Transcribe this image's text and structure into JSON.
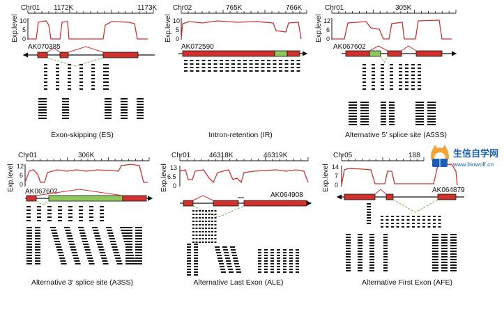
{
  "panels": [
    {
      "id": "es",
      "chromosome": "Chr01",
      "coordinates": [
        "1172K",
        "1173K"
      ],
      "yticks": [
        "10",
        "5",
        "0"
      ],
      "ylabel": "Exp.level",
      "transcript": "AK070385",
      "caption": "Exon-skipping (ES)",
      "strand": "minus"
    },
    {
      "id": "ir",
      "chromosome": "Chr02",
      "coordinates": [
        "765K",
        "766K"
      ],
      "yticks": [
        "10",
        "5",
        "0"
      ],
      "ylabel": "Exp.level",
      "transcript": "AK072590",
      "caption": "Intron-retention (IR)",
      "strand": "plus"
    },
    {
      "id": "a5ss",
      "chromosome": "Chr01",
      "coordinates": [
        "305K"
      ],
      "yticks": [
        "12",
        "6",
        "0"
      ],
      "ylabel": "Exp.level",
      "transcript": "AK067602",
      "caption": "Alternative 5′ splice site (A5SS)",
      "strand": "plus"
    },
    {
      "id": "a3ss",
      "chromosome": "Chr01",
      "coordinates": [
        "306K"
      ],
      "yticks": [
        "12",
        "6",
        "0"
      ],
      "ylabel": "Exp.level",
      "transcript": "AK067602",
      "caption": "Alternative 3′ splice site (A3SS)",
      "strand": "plus"
    },
    {
      "id": "ale",
      "chromosome": "Chr01",
      "coordinates": [
        "46318K",
        "46319K"
      ],
      "yticks": [
        "13",
        "6.5",
        "0"
      ],
      "ylabel": "Exp.level",
      "transcript": "AK064908",
      "caption": "Alternative Last Exon (ALE)",
      "strand": "plus"
    },
    {
      "id": "afe",
      "chromosome": "Chr05",
      "coordinates": [
        "188"
      ],
      "yticks": [
        "14",
        "7",
        "0"
      ],
      "ylabel": "Exp.level",
      "transcript": "AK064879",
      "caption": "Alternative First Exon (AFE)",
      "strand": "minus"
    }
  ],
  "watermark": {
    "name": "生信自学网",
    "url": "www.biowolf.cn"
  },
  "colors": {
    "exon": "#d0312d",
    "alternative_exon": "#8fc85a",
    "coverage_line": "#d0312d",
    "reads": "#111111",
    "junction_dash": "#6ab04c",
    "watermark_blue": "#1a5fb4",
    "watermark_orange": "#f2a33a"
  }
}
